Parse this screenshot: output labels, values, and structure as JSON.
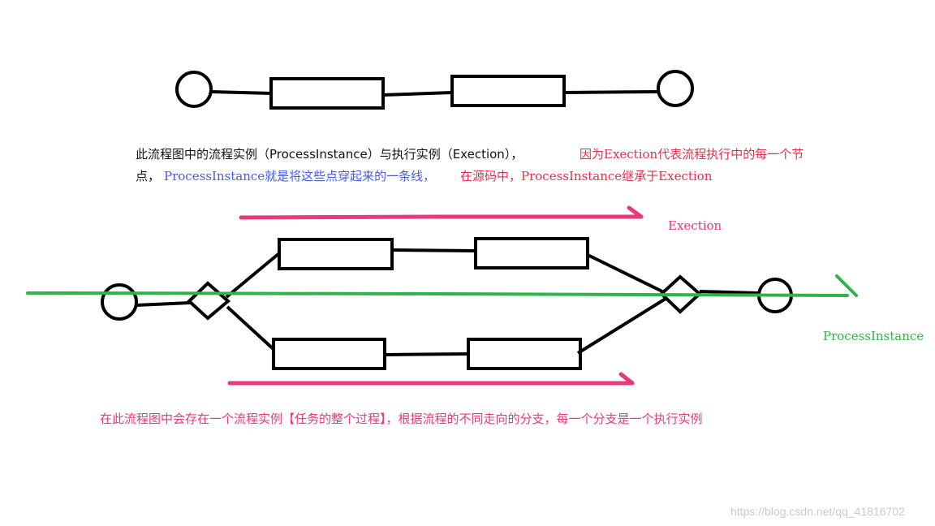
{
  "note1": {
    "part1": "此流程图中的流程实例（ProcessInstance）与执行实例（Exection），",
    "part2": "因为Exection代表流程执行中的每一个节",
    "line2_a": "点，",
    "line2_b": "ProcessInstance就是将这些点穿起来的一条线，",
    "line2_c": "在源码中，ProcessInstance继承于Exection"
  },
  "labels": {
    "exection": "Exection",
    "process_instance": "ProcessInstance"
  },
  "note2": "在此流程图中会存在一个流程实例【任务的整个过程】，根据流程的不同走向的分支，每一个分支是一个执行实例",
  "watermark": "https://blog.csdn.net/qq_41816702",
  "colors": {
    "outline": "#000000",
    "exection_arrow": "#e8397a",
    "process_line": "#2fb34a"
  }
}
